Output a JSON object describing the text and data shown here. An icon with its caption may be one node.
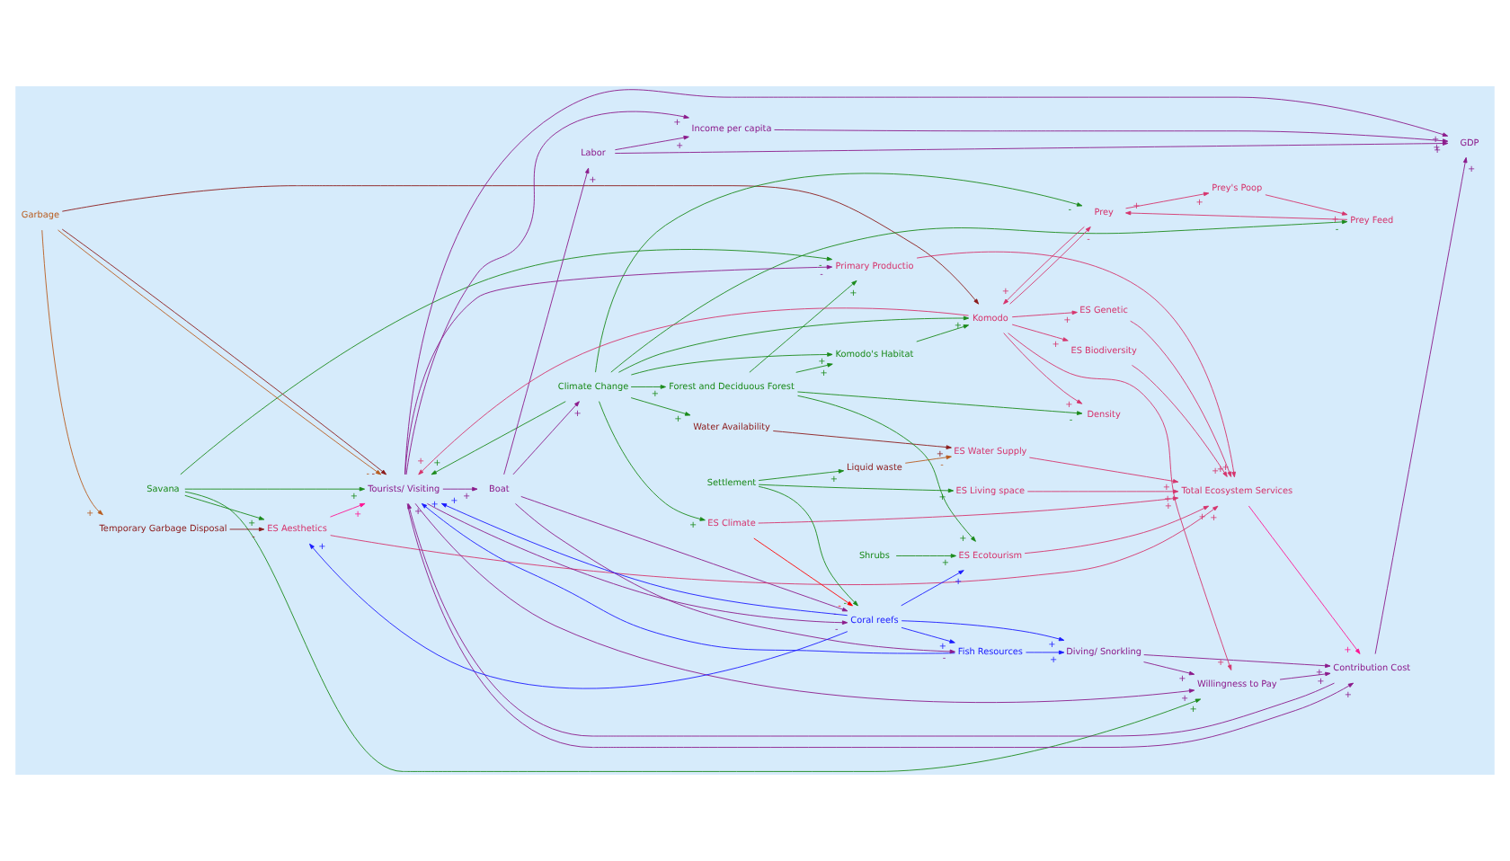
{
  "diagram": {
    "nodes": [
      {
        "text": [
          "Savana"
        ]
      },
      {
        "text": [
          "Garbage"
        ]
      },
      {
        "text": [
          "Labor"
        ]
      },
      {
        "text": [
          "Temporary Garbage Disposal"
        ]
      },
      {
        "text": [
          "Fish Resources"
        ]
      },
      {
        "text": [
          "Komodo's Habitat"
        ]
      },
      {
        "text": [
          "Climate Change"
        ]
      },
      {
        "text": [
          "Water Availability"
        ]
      },
      {
        "text": [
          "Diving/ Snorkling"
        ]
      },
      {
        "text": [
          "Boat"
        ]
      },
      {
        "text": [
          "ES Aesthetics"
        ]
      },
      {
        "text": [
          "Forest and Deciduous Forest"
        ]
      },
      {
        "text": [
          "Density"
        ]
      },
      {
        "text": [
          "Komodo"
        ]
      },
      {
        "text": [
          "ES Water Supply"
        ]
      },
      {
        "text": [
          "GDP"
        ]
      },
      {
        "text": [
          "Tourists/ Visiting"
        ]
      },
      {
        "text": [
          "Primary Productio"
        ]
      },
      {
        "text": [
          "ES Biodiversity"
        ]
      },
      {
        "text": [
          "ES Climate"
        ]
      },
      {
        "text": [
          "ES Genetic"
        ]
      },
      {
        "text": [
          "Contribution Cost"
        ]
      },
      {
        "text": [
          "Prey"
        ]
      },
      {
        "text": [
          "Prey Feed"
        ]
      },
      {
        "text": [
          "Income per capita"
        ]
      },
      {
        "text": [
          "Total Ecosystem Services"
        ]
      },
      {
        "text": [
          "Prey's Poop"
        ]
      },
      {
        "text": [
          "Liquid waste"
        ]
      },
      {
        "text": [
          "ES Ecotourism"
        ]
      },
      {
        "text": [
          "Willingness to Pay"
        ]
      },
      {
        "text": [
          "Settlement"
        ]
      },
      {
        "text": [
          "ES Living space"
        ]
      },
      {
        "text": [
          "Coral reefs"
        ]
      },
      {
        "text": [
          "Shrubs"
        ]
      }
    ],
    "edges": [
      {
        "from": 0,
        "to": 10,
        "arrow": "to",
        "label": "+",
        "color": "#1a8a1a"
      },
      {
        "from": 0,
        "to": 17,
        "arrow": "to",
        "label": "-",
        "color": "#1a8a1a"
      },
      {
        "from": 0,
        "to": 16,
        "arrow": "to",
        "label": "+",
        "color": "#1a8a1a"
      },
      {
        "from": 0,
        "to": 29,
        "arrow": "to",
        "label": "+",
        "color": "#1a8a1a"
      },
      {
        "from": 1,
        "to": 3,
        "arrow": "to",
        "label": "+",
        "color": "#b85c1e"
      },
      {
        "from": 1,
        "to": 16,
        "arrow": "to",
        "label": "-",
        "color": "#b85c1e"
      },
      {
        "from": 1,
        "to": 13,
        "arrow": "to",
        "color": "#8b1a1a"
      },
      {
        "from": 1,
        "to": 16,
        "arrow": "to",
        "label": "-",
        "color": "#8b1a1a"
      },
      {
        "from": 3,
        "to": 10,
        "arrow": "to",
        "label": "-",
        "color": "#8b1a1a"
      },
      {
        "from": 10,
        "to": 16,
        "arrow": "to",
        "label": "+",
        "color": "#ff1493"
      },
      {
        "from": 2,
        "to": 15,
        "arrow": "to",
        "label": "+",
        "color": "#8b1a8b"
      },
      {
        "from": 2,
        "to": 24,
        "arrow": "to",
        "label": "+",
        "color": "#8b1a8b"
      },
      {
        "from": 9,
        "to": 2,
        "arrow": "to",
        "label": "+",
        "color": "#8b1a8b"
      },
      {
        "from": 9,
        "to": 6,
        "arrow": "to",
        "label": "+",
        "color": "#8b1a8b"
      },
      {
        "from": 9,
        "to": 4,
        "arrow": "to",
        "label": "-",
        "color": "#8b1a8b"
      },
      {
        "from": 4,
        "to": 16,
        "arrow": "to",
        "label": "+",
        "color": "#1a1aff"
      },
      {
        "from": 4,
        "to": 8,
        "arrow": "to",
        "label": "+",
        "color": "#1a1aff"
      },
      {
        "from": 32,
        "to": 4,
        "arrow": "to",
        "label": "+",
        "color": "#1a1aff"
      },
      {
        "from": 32,
        "to": 8,
        "arrow": "to",
        "label": "+",
        "color": "#1a1aff"
      },
      {
        "from": 32,
        "to": 16,
        "arrow": "to",
        "label": "+",
        "color": "#1a1aff"
      },
      {
        "from": 32,
        "to": 28,
        "arrow": "to",
        "label": "+",
        "color": "#1a1aff"
      },
      {
        "from": 32,
        "to": 10,
        "arrow": "to",
        "label": "+",
        "color": "#1a1aff"
      },
      {
        "from": 6,
        "to": 5,
        "arrow": "to",
        "label": "+",
        "color": "#1a8a1a"
      },
      {
        "from": 6,
        "to": 13,
        "arrow": "to",
        "label": "+",
        "color": "#1a8a1a"
      },
      {
        "from": 6,
        "to": 7,
        "arrow": "to",
        "label": "+",
        "color": "#1a8a1a"
      },
      {
        "from": 6,
        "to": 19,
        "arrow": "to",
        "label": "+",
        "color": "#1a8a1a"
      },
      {
        "from": 6,
        "to": 22,
        "arrow": "to",
        "label": "-",
        "color": "#1a8a1a"
      },
      {
        "from": 6,
        "to": 23,
        "arrow": "to",
        "label": "-",
        "color": "#1a8a1a"
      },
      {
        "from": 6,
        "to": 16,
        "arrow": "to",
        "label": "+",
        "color": "#1a8a1a"
      },
      {
        "from": 6,
        "to": 11,
        "arrow": "to",
        "label": "+",
        "color": "#1a8a1a"
      },
      {
        "from": 11,
        "to": 5,
        "arrow": "to",
        "label": "+",
        "color": "#1a8a1a"
      },
      {
        "from": 11,
        "to": 12,
        "arrow": "to",
        "label": "-",
        "color": "#1a8a1a"
      },
      {
        "from": 11,
        "to": 17,
        "arrow": "to",
        "label": "+",
        "color": "#1a8a1a"
      },
      {
        "from": 11,
        "to": 28,
        "arrow": "to",
        "label": "+",
        "color": "#1a8a1a"
      },
      {
        "from": 5,
        "to": 13,
        "arrow": "to",
        "color": "#1a8a1a"
      },
      {
        "from": 13,
        "to": 12,
        "arrow": "to",
        "label": "+",
        "color": "#d6336c"
      },
      {
        "from": 13,
        "to": 18,
        "arrow": "to",
        "label": "+",
        "color": "#d6336c"
      },
      {
        "from": 13,
        "to": 20,
        "arrow": "to",
        "label": "+",
        "color": "#d6336c"
      },
      {
        "from": 13,
        "to": 22,
        "arrow": "to",
        "label": "-",
        "color": "#d6336c"
      },
      {
        "from": 13,
        "to": 29,
        "arrow": "to",
        "label": "+",
        "color": "#d6336c"
      },
      {
        "from": 13,
        "to": 16,
        "arrow": "to",
        "label": "+",
        "color": "#d6336c"
      },
      {
        "from": 22,
        "to": 13,
        "arrow": "to",
        "label": "+",
        "color": "#d6336c"
      },
      {
        "from": 22,
        "to": 26,
        "arrow": "to",
        "label": "+",
        "color": "#d6336c"
      },
      {
        "from": 26,
        "to": 23,
        "arrow": "to",
        "label": "+",
        "color": "#d6336c"
      },
      {
        "from": 23,
        "to": 22,
        "arrow": "to",
        "label": "+",
        "color": "#d6336c"
      },
      {
        "from": 7,
        "to": 14,
        "arrow": "to",
        "label": "+",
        "color": "#8b1a1a"
      },
      {
        "from": 27,
        "to": 14,
        "arrow": "to",
        "label": "-",
        "color": "#b85c1e"
      },
      {
        "from": 30,
        "to": 31,
        "arrow": "to",
        "label": "+",
        "color": "#1a8a1a"
      },
      {
        "from": 30,
        "to": 27,
        "arrow": "to",
        "label": "+",
        "color": "#1a8a1a"
      },
      {
        "from": 30,
        "to": 32,
        "arrow": "to",
        "label": "-",
        "color": "#1a8a1a"
      },
      {
        "from": 19,
        "to": 25,
        "arrow": "to",
        "label": "+",
        "color": "#d6336c"
      },
      {
        "from": 19,
        "to": 32,
        "arrow": "to",
        "label": "-",
        "color": "#ff0000"
      },
      {
        "from": 14,
        "to": 25,
        "arrow": "to",
        "label": "+",
        "color": "#d6336c"
      },
      {
        "from": 18,
        "to": 25,
        "arrow": "to",
        "label": "+",
        "color": "#d6336c"
      },
      {
        "from": 20,
        "to": 25,
        "arrow": "to",
        "label": "+",
        "color": "#d6336c"
      },
      {
        "from": 17,
        "to": 25,
        "arrow": "to",
        "label": "+",
        "color": "#d6336c"
      },
      {
        "from": 10,
        "to": 25,
        "arrow": "to",
        "label": "+",
        "color": "#d6336c"
      },
      {
        "from": 28,
        "to": 25,
        "arrow": "to",
        "label": "+",
        "color": "#d6336c"
      },
      {
        "from": 31,
        "to": 25,
        "arrow": "to",
        "label": "+",
        "color": "#d6336c"
      },
      {
        "from": 25,
        "to": 21,
        "arrow": "to",
        "label": "+",
        "color": "#ff1493"
      },
      {
        "from": 33,
        "to": 28,
        "arrow": "to",
        "label": "+",
        "color": "#1a8a1a"
      },
      {
        "from": 16,
        "to": 9,
        "arrow": "to",
        "label": "+",
        "color": "#8b1a8b"
      },
      {
        "from": 16,
        "to": 15,
        "arrow": "to",
        "label": "+",
        "color": "#8b1a8b"
      },
      {
        "from": 16,
        "to": 24,
        "arrow": "to",
        "label": "+",
        "color": "#8b1a8b"
      },
      {
        "from": 16,
        "to": 21,
        "arrow": "to",
        "label": "+",
        "color": "#8b1a8b"
      },
      {
        "from": 16,
        "to": 29,
        "arrow": "to",
        "label": "+",
        "color": "#8b1a8b"
      },
      {
        "from": 16,
        "to": 32,
        "arrow": "to",
        "label": "-",
        "color": "#8b1a8b"
      },
      {
        "from": 16,
        "to": 17,
        "arrow": "to",
        "label": "-",
        "color": "#8b1a8b"
      },
      {
        "from": 24,
        "to": 15,
        "arrow": "to",
        "label": "+",
        "color": "#8b1a8b"
      },
      {
        "from": 21,
        "to": 16,
        "arrow": "to",
        "label": "+",
        "color": "#8b1a8b"
      },
      {
        "from": 21,
        "to": 15,
        "arrow": "to",
        "label": "+",
        "color": "#8b1a8b"
      },
      {
        "from": 29,
        "to": 21,
        "arrow": "to",
        "label": "+",
        "color": "#8b1a8b"
      },
      {
        "from": 8,
        "to": 21,
        "arrow": "to",
        "label": "+",
        "color": "#8b1a8b"
      },
      {
        "from": 8,
        "to": 29,
        "arrow": "to",
        "label": "+",
        "color": "#8b1a8b"
      },
      {
        "from": 9,
        "to": 32,
        "arrow": "to",
        "label": "-",
        "color": "#8b1a8b"
      }
    ]
  }
}
